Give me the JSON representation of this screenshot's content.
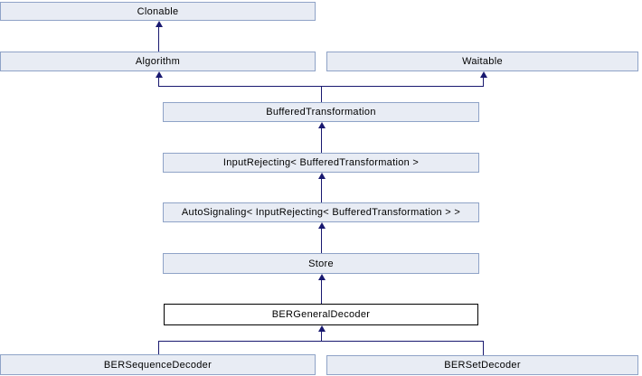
{
  "diagram_type": "class-inheritance-graph",
  "colors": {
    "background": "#ffffff",
    "node_fill": "#e8ecf4",
    "node_border": "#8fa3c7",
    "highlight_fill": "#ffffff",
    "highlight_border": "#000000",
    "edge": "#191970",
    "text": "#000000"
  },
  "nodes": [
    {
      "label": "Clonable",
      "highlighted": false
    },
    {
      "label": "Algorithm",
      "highlighted": false
    },
    {
      "label": "Waitable",
      "highlighted": false
    },
    {
      "label": "BufferedTransformation",
      "highlighted": false
    },
    {
      "label": "InputRejecting< BufferedTransformation >",
      "highlighted": false
    },
    {
      "label": "AutoSignaling< InputRejecting< BufferedTransformation > >",
      "highlighted": false
    },
    {
      "label": "Store",
      "highlighted": false
    },
    {
      "label": "BERGeneralDecoder",
      "highlighted": true
    },
    {
      "label": "BERSequenceDecoder",
      "highlighted": false
    },
    {
      "label": "BERSetDecoder",
      "highlighted": false
    }
  ],
  "edges": [
    {
      "from": "Algorithm",
      "to": "Clonable"
    },
    {
      "from": "BufferedTransformation",
      "to": "Algorithm"
    },
    {
      "from": "BufferedTransformation",
      "to": "Waitable"
    },
    {
      "from": "InputRejecting< BufferedTransformation >",
      "to": "BufferedTransformation"
    },
    {
      "from": "AutoSignaling< InputRejecting< BufferedTransformation > >",
      "to": "InputRejecting< BufferedTransformation >"
    },
    {
      "from": "Store",
      "to": "AutoSignaling< InputRejecting< BufferedTransformation > >"
    },
    {
      "from": "BERGeneralDecoder",
      "to": "Store"
    },
    {
      "from": "BERSequenceDecoder",
      "to": "BERGeneralDecoder"
    },
    {
      "from": "BERSetDecoder",
      "to": "BERGeneralDecoder"
    }
  ]
}
